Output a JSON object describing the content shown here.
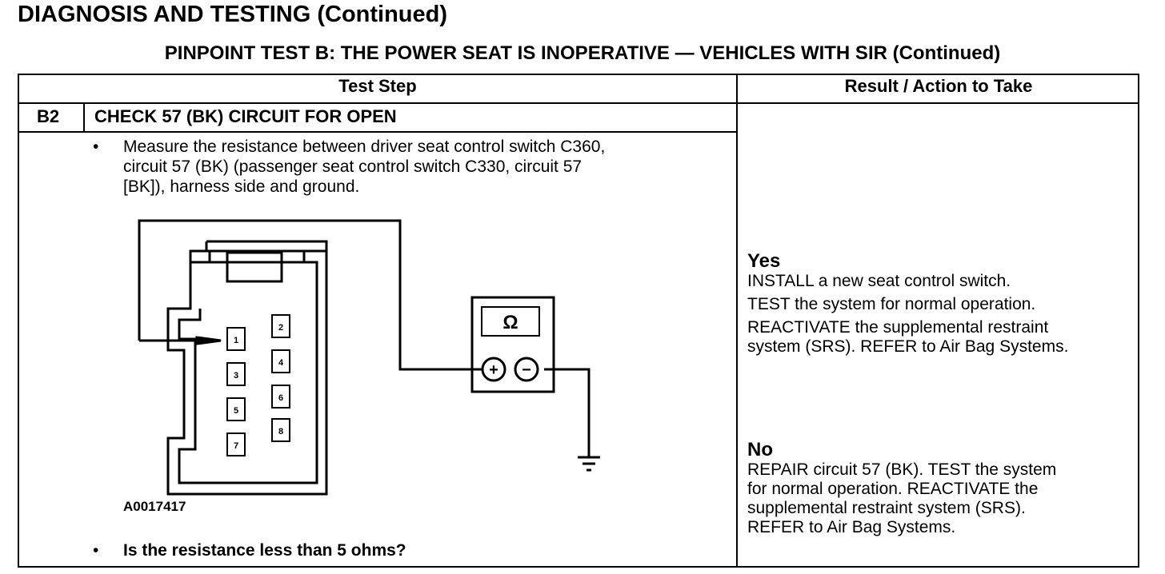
{
  "header": {
    "title": "DIAGNOSIS AND TESTING (Continued)",
    "subtitle": "PINPOINT TEST  B: THE POWER SEAT IS INOPERATIVE — VEHICLES WITH SIR (Continued)"
  },
  "table": {
    "col_test_step": "Test Step",
    "col_result": "Result / Action to Take",
    "step_id": "B2",
    "step_title": "CHECK 57 (BK) CIRCUIT FOR OPEN",
    "bullet_symbol": "•",
    "instruction_lines": [
      "Measure the resistance between driver seat control switch C360,",
      "circuit 57 (BK) (passenger seat control switch C330, circuit 57",
      "[BK]), harness side and ground."
    ],
    "question": "Is the resistance less than 5 ohms?"
  },
  "diagram": {
    "figure_id": "A0017417",
    "meter_symbol": "Ω",
    "plus": "+",
    "minus": "−",
    "pins_left": [
      "1",
      "3",
      "5",
      "7"
    ],
    "pins_right": [
      "2",
      "4",
      "6",
      "8"
    ]
  },
  "results": {
    "yes_label": "Yes",
    "yes_lines": [
      "INSTALL a new seat control switch.",
      "TEST the system for normal operation.",
      "REACTIVATE the supplemental restraint",
      "system (SRS). REFER to Air Bag Systems."
    ],
    "no_label": "No",
    "no_lines": [
      "REPAIR circuit 57 (BK). TEST the system",
      "for normal operation. REACTIVATE the",
      "supplemental restraint system (SRS).",
      "REFER to Air Bag Systems."
    ]
  }
}
